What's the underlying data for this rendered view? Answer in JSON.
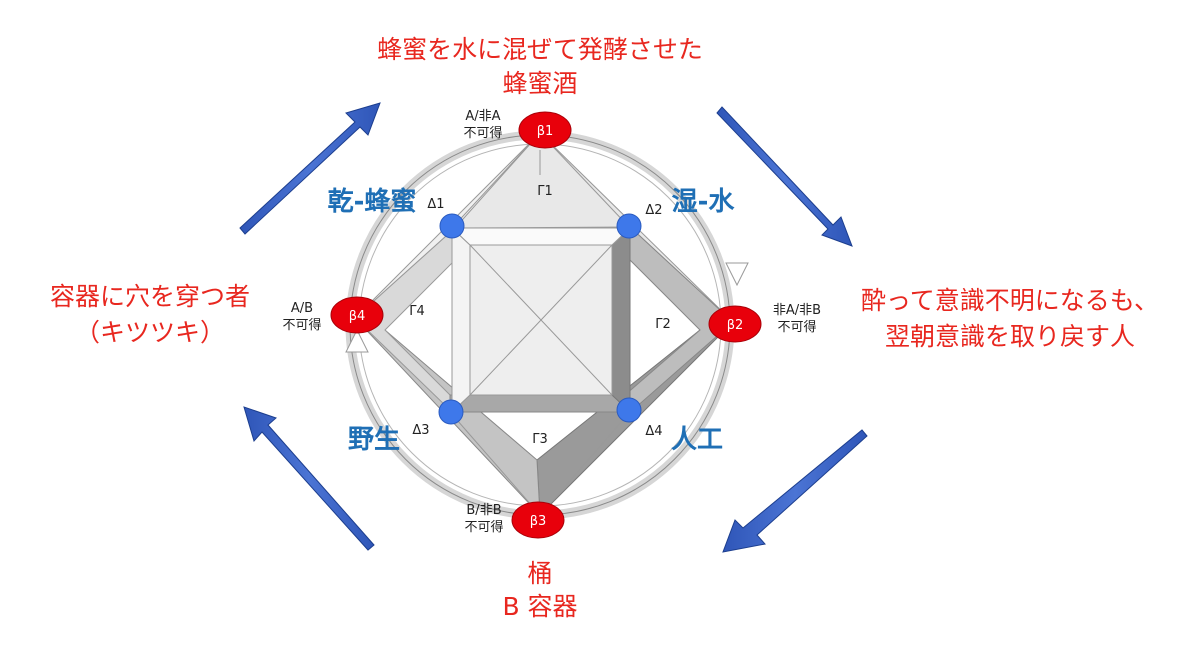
{
  "captions": {
    "top_line1": "蜂蜜を水に混ぜて発酵させた",
    "top_line2": "蜂蜜酒",
    "right_line1": "酔って意識不明になるも、",
    "right_line2": "翌朝意識を取り戻す人",
    "bottom_line1": "桶",
    "bottom_line2": "B 容器",
    "left_line1": "容器に穴を穿つ者",
    "left_line2": "（キツツキ）"
  },
  "corner_labels": {
    "top_left": "乾-蜂蜜",
    "top_right": "湿-水",
    "bottom_left": "野生",
    "bottom_right": "人工"
  },
  "nodes": {
    "beta1": "β1",
    "beta2": "β2",
    "beta3": "β3",
    "beta4": "β4"
  },
  "node_notes": {
    "beta1_line1": "A/非A",
    "beta1_line2": "不可得",
    "beta2_line1": "非A/非B",
    "beta2_line2": "不可得",
    "beta3_line1": "B/非B",
    "beta3_line2": "不可得",
    "beta4_line1": "A/B",
    "beta4_line2": "不可得"
  },
  "delta_labels": {
    "d1": "Δ1",
    "d2": "Δ2",
    "d3": "Δ3",
    "d4": "Δ4"
  },
  "gamma_labels": {
    "g1": "Γ1",
    "g2": "Γ2",
    "g3": "Γ3",
    "g4": "Γ4"
  },
  "colors": {
    "caption_red": "#e8271f",
    "label_blue": "#1f6fb5",
    "node_red": "#e8000b",
    "node_blue": "#3e78ea",
    "arrow_blue": "#3d64c4"
  }
}
